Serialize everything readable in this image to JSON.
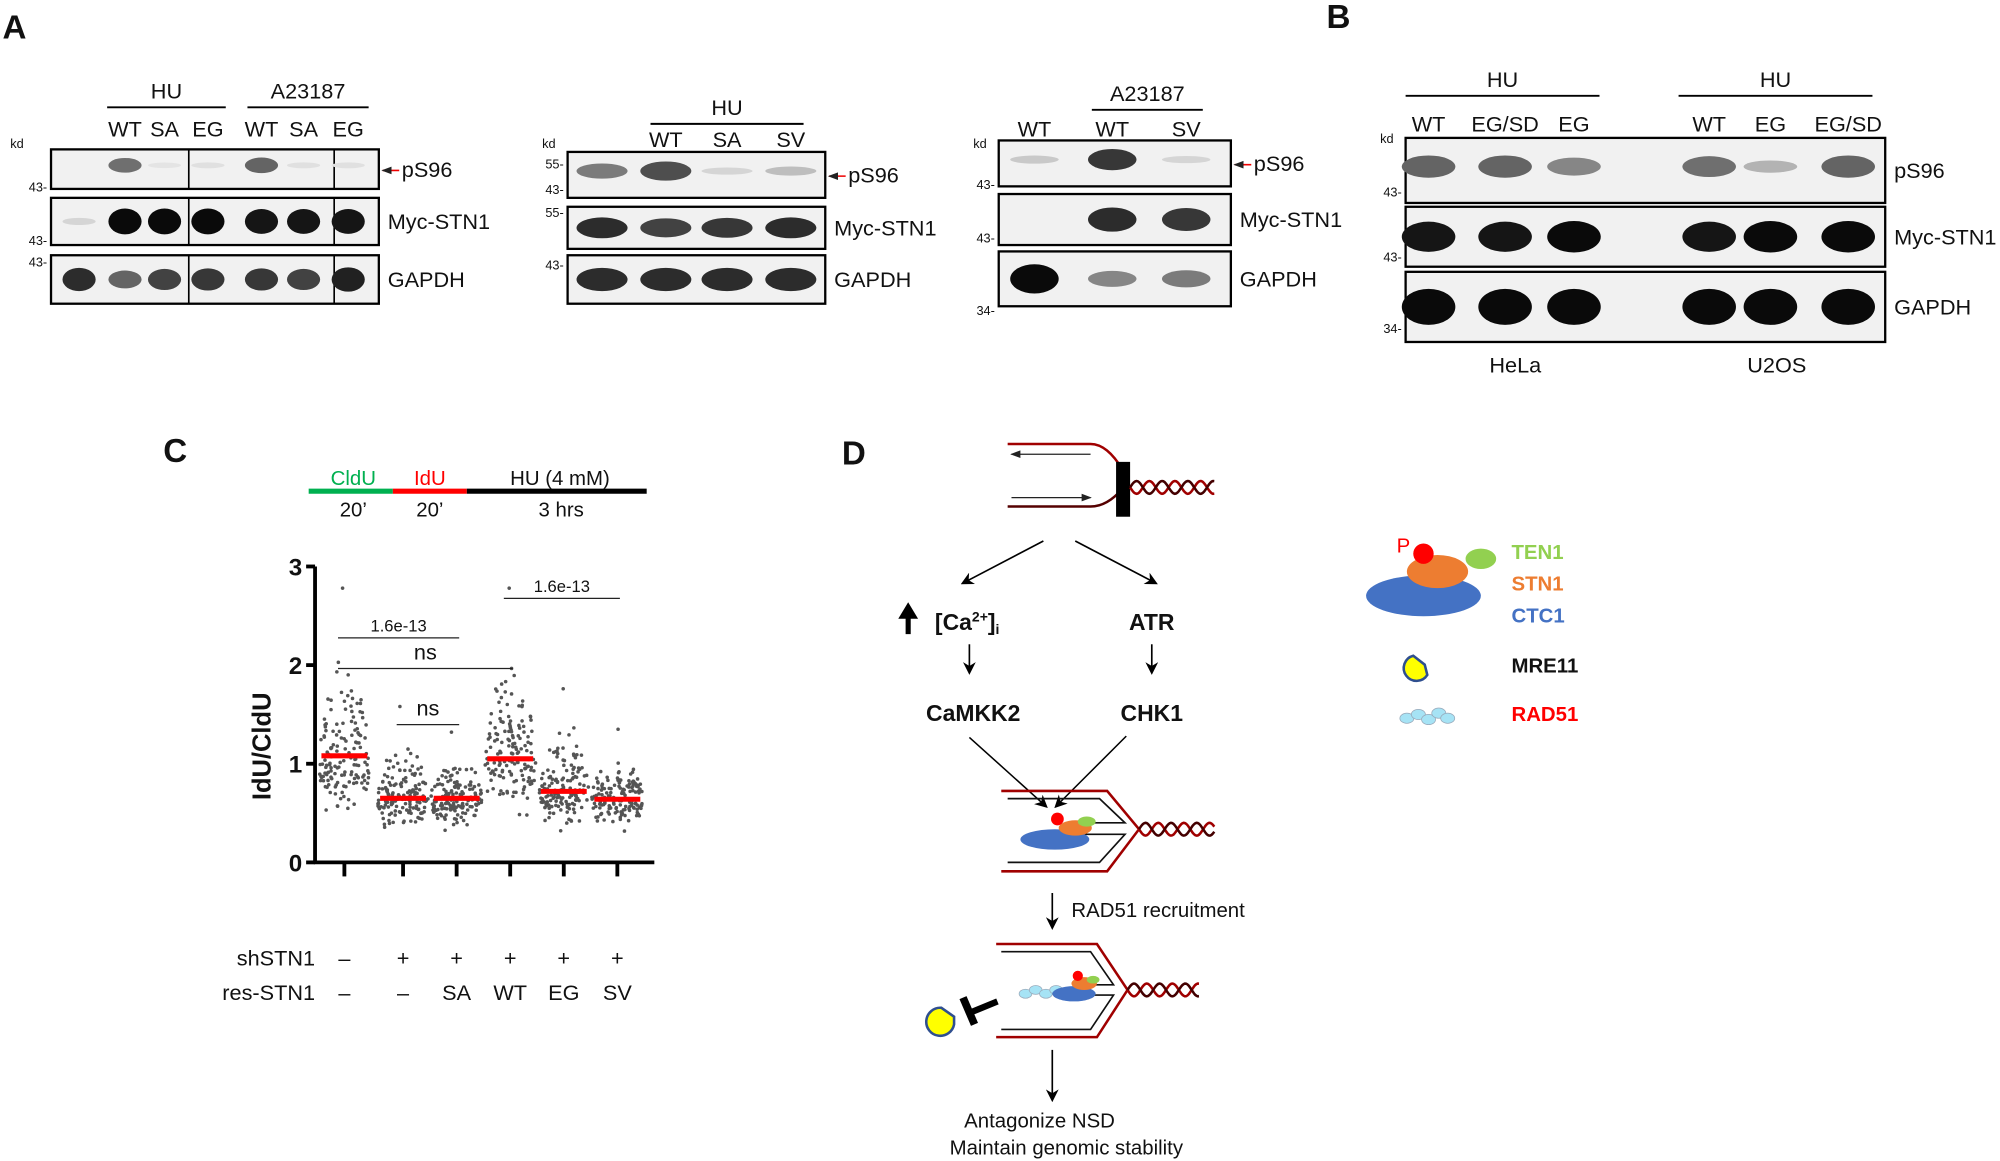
{
  "panel_labels": {
    "a": "A",
    "b": "B",
    "c": "C",
    "d": "D"
  },
  "kd_label": "kd",
  "panel_a": {
    "blot1": {
      "groups": [
        "HU",
        "A23187"
      ],
      "lanes": [
        "",
        "WT",
        "SA",
        "EG",
        "WT",
        "SA",
        "EG"
      ],
      "rows": [
        {
          "label": "pS96",
          "arrow": true,
          "markers": [
            "43"
          ],
          "bands": [
            0,
            0.55,
            0.03,
            0.05,
            0.6,
            0.05,
            0.05
          ]
        },
        {
          "label": "Myc-STN1",
          "markers": [
            "43"
          ],
          "bands": [
            0.1,
            1,
            1,
            1,
            0.95,
            0.95,
            0.95
          ]
        },
        {
          "label": "GAPDH",
          "markers": [
            "43"
          ],
          "bands": [
            0.85,
            0.6,
            0.75,
            0.8,
            0.8,
            0.75,
            0.9
          ]
        }
      ]
    },
    "blot2": {
      "groups": [
        "HU"
      ],
      "lanes": [
        "",
        "WT",
        "SA",
        "SV"
      ],
      "rows": [
        {
          "label": "pS96",
          "arrow": true,
          "markers": [
            "55",
            "43"
          ],
          "bands": [
            0.5,
            0.7,
            0.1,
            0.2
          ]
        },
        {
          "label": "Myc-STN1",
          "markers": [
            "55"
          ],
          "bands": [
            0.85,
            0.75,
            0.8,
            0.85
          ]
        },
        {
          "label": "GAPDH",
          "markers": [
            "43"
          ],
          "bands": [
            0.85,
            0.85,
            0.85,
            0.85
          ]
        }
      ]
    },
    "blot3": {
      "groups": [
        "A23187"
      ],
      "lanes": [
        "WT",
        "WT",
        "SV"
      ],
      "rows": [
        {
          "label": "pS96",
          "arrow": true,
          "markers": [
            "43"
          ],
          "bands": [
            0.15,
            0.8,
            0.1
          ]
        },
        {
          "label": "Myc-STN1",
          "markers": [
            "43"
          ],
          "bands": [
            0,
            0.85,
            0.8
          ]
        },
        {
          "label": "GAPDH",
          "markers": [
            "34"
          ],
          "bands": [
            1,
            0.45,
            0.5
          ]
        }
      ]
    }
  },
  "panel_b": {
    "groups": [
      "HU",
      "HU"
    ],
    "lanes": [
      "WT",
      "EG/SD",
      "EG",
      "WT",
      "EG",
      "EG/SD"
    ],
    "cell_lines": [
      "HeLa",
      "U2OS"
    ],
    "rows": [
      {
        "label": "pS96",
        "markers": [
          "43"
        ],
        "bands": [
          0.6,
          0.6,
          0.45,
          0.55,
          0.25,
          0.6
        ]
      },
      {
        "label": "Myc-STN1",
        "markers": [
          "43"
        ],
        "bands": [
          0.95,
          0.95,
          1,
          0.95,
          1,
          1
        ]
      },
      {
        "label": "GAPDH",
        "markers": [
          "34"
        ],
        "bands": [
          1,
          1,
          1,
          1,
          1,
          1
        ]
      }
    ]
  },
  "panel_c": {
    "timeline": [
      {
        "label": "CldU",
        "duration": "20’",
        "color": "#00b050"
      },
      {
        "label": "IdU",
        "duration": "20’",
        "color": "#ff0000"
      },
      {
        "label": "HU (4 mM)",
        "duration": "3 hrs",
        "color": "#000000"
      }
    ],
    "chart_data": {
      "type": "scatter",
      "ylabel": "IdU/CldU",
      "ylim": [
        0,
        3
      ],
      "yticks": [
        "0",
        "1",
        "2",
        "3"
      ],
      "row_labels": [
        "shSTN1",
        "res-STN1"
      ],
      "categories": [
        {
          "shSTN1": "–",
          "res": "–"
        },
        {
          "shSTN1": "+",
          "res": "–"
        },
        {
          "shSTN1": "+",
          "res": "SA"
        },
        {
          "shSTN1": "+",
          "res": "WT"
        },
        {
          "shSTN1": "+",
          "res": "EG"
        },
        {
          "shSTN1": "+",
          "res": "SV"
        }
      ],
      "medians": [
        1.08,
        0.65,
        0.65,
        1.05,
        0.72,
        0.64
      ],
      "ranges": [
        [
          0.4,
          2.78
        ],
        [
          0.3,
          1.58
        ],
        [
          0.28,
          1.32
        ],
        [
          0.4,
          2.78
        ],
        [
          0.28,
          1.76
        ],
        [
          0.3,
          1.35
        ]
      ],
      "median_color": "#ff0000",
      "point_color": "#555555",
      "comparisons": [
        {
          "groups": [
            1,
            3
          ],
          "label": "1.6e-13"
        },
        {
          "groups": [
            1,
            4
          ],
          "label": "ns"
        },
        {
          "groups": [
            2,
            3
          ],
          "label": "ns"
        },
        {
          "groups": [
            4,
            6
          ],
          "label": "1.6e-13"
        }
      ]
    }
  },
  "panel_d": {
    "nodes": {
      "calcium": "[Ca",
      "calcium_sup": "2+",
      "calcium_tail": "]",
      "calcium_sub": "i",
      "atr": "ATR",
      "camkk2": "CaMKK2",
      "chk1": "CHK1"
    },
    "step_label": "RAD51 recruitment",
    "outcome": [
      "Antagonize NSD",
      "Maintain genomic stability"
    ],
    "legend": {
      "phospho": "P",
      "items": [
        {
          "label": "TEN1",
          "color": "#92d050"
        },
        {
          "label": "STN1",
          "color": "#ed7d31"
        },
        {
          "label": "CTC1",
          "color": "#4472c4"
        },
        {
          "label": "MRE11",
          "color": "#000000"
        },
        {
          "label": "RAD51",
          "color": "#ff0000"
        }
      ]
    },
    "colors": {
      "dna": "#a00000",
      "mre11": "#ffff00",
      "rad51": "#a6e3f5"
    }
  }
}
